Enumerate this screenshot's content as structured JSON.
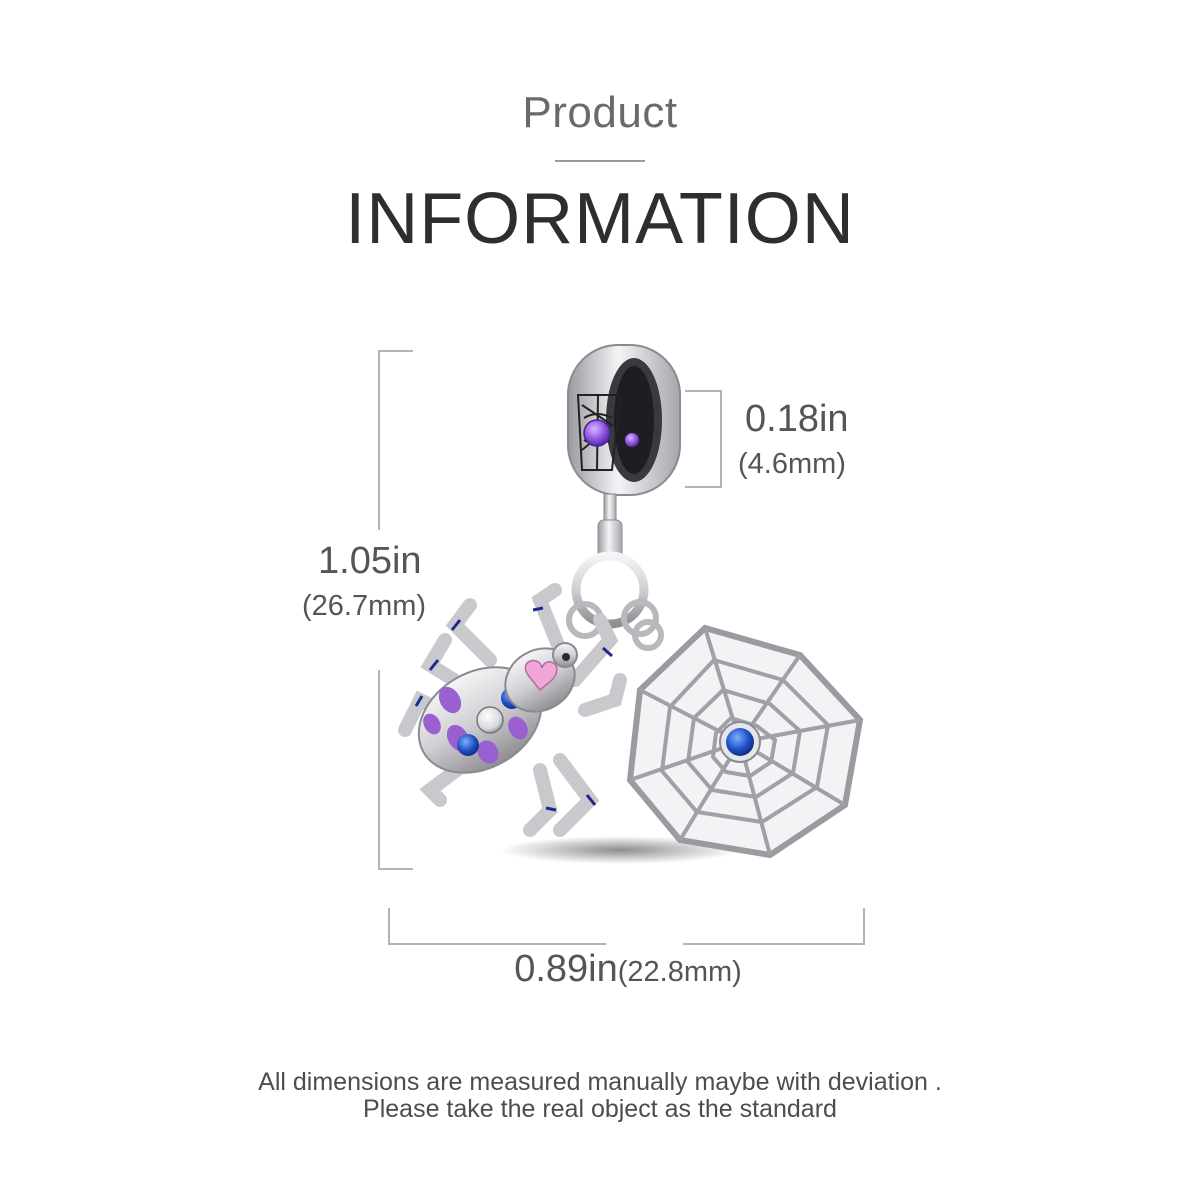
{
  "header": {
    "subtitle": "Product",
    "title": "INFORMATION"
  },
  "dimensions": {
    "height": {
      "inches": "1.05in",
      "mm": "(26.7mm)"
    },
    "bail": {
      "inches": "0.18in",
      "mm": "(4.6mm)"
    },
    "width": {
      "inches": "0.89in",
      "mm": "(22.8mm)"
    }
  },
  "footer": {
    "line1": "All dimensions are measured manually maybe with deviation .",
    "line2": "Please take the real object as the standard"
  },
  "colors": {
    "silver": "#d9d9dc",
    "enamel_purple": "#9a5fd0",
    "enamel_pink": "#f0a6d6",
    "stone_blue": "#1e4fc2",
    "stone_violet": "#8a4fe0",
    "oxidized": "#2b2b2b"
  }
}
